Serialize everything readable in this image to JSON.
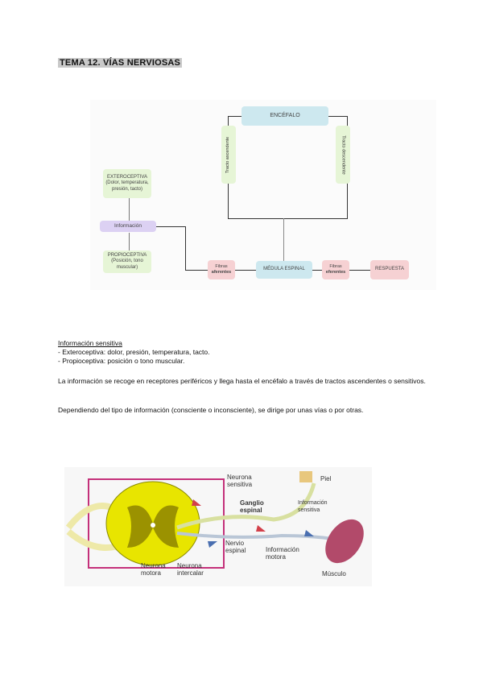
{
  "title": "TEMA 12. VÍAS NERVIOSAS",
  "diagram": {
    "encefalo": "ENCÉFALO",
    "tracto_ascendente": "Tracto ascendente",
    "tracto_descendente": "Tracto descendente",
    "exteroceptiva_head": "EXTEROCEPTIVA",
    "exteroceptiva_body": "(Dolor, temperatura, presión, tacto)",
    "informacion": "Información",
    "propioceptiva_head": "PROPIOCEPTIVA",
    "propioceptiva_body": "(Posición, tono muscular)",
    "fibras_top": "Fibras",
    "fibras_aferentes": "aferentes",
    "medula": "MÉDULA ESPINAL",
    "fibras_eferentes": "eferentes",
    "respuesta": "RESPUESTA",
    "colors": {
      "blue": "#cde8ef",
      "green": "#e6f5d6",
      "purple": "#dcd1f3",
      "pink": "#f6d1d3"
    }
  },
  "info": {
    "heading": "Información sensitiva",
    "line1": "- Exteroceptiva: dolor, presión, temperatura, tacto.",
    "line2": "- Propioceptiva: posición o tono muscular.",
    "para1": "La información se recoge en receptores periféricos y llega hasta el encéfalo a través de tractos ascendentes o sensitivos.",
    "para2": "Dependiendo del tipo de información (consciente o inconsciente), se dirige por unas vías o por otras."
  },
  "figure": {
    "neurona_sensitiva": "Neurona sensitiva",
    "piel": "Piel",
    "ganglio": "Ganglio espinal",
    "info_sensitiva": "Información sensitiva",
    "nervio": "Nervio espinal",
    "info_motora": "Información motora",
    "neurona_motora": "Neurona motora",
    "neurona_intercalar": "Neurona intercalar",
    "musculo": "Músculo"
  }
}
